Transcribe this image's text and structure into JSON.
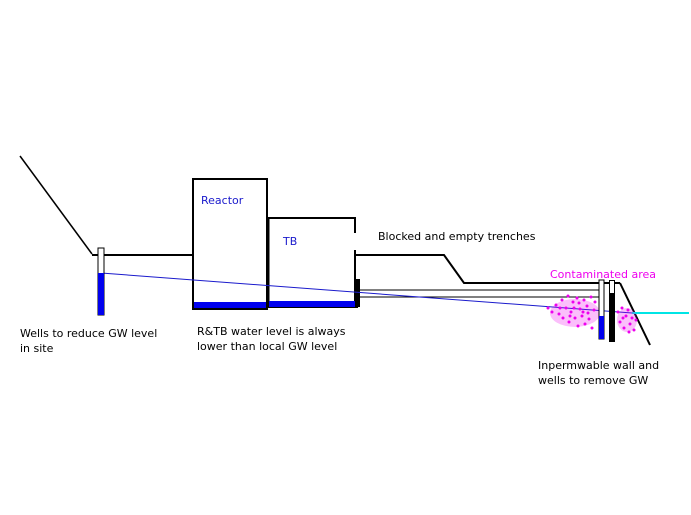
{
  "labels": {
    "reactor": "Reactor",
    "tb": "TB",
    "trenches": "Blocked and empty trenches",
    "contaminated": "Contaminated area",
    "wells_line1": "Wells to reduce GW level",
    "wells_line2": "in site",
    "rtb_line1": "R&TB water level is always",
    "rtb_line2": "lower than local GW level",
    "wall_line1": "Inpermwable wall and",
    "wall_line2": "wells to remove GW"
  },
  "colors": {
    "ground": "#000000",
    "water": "#0000ee",
    "gw_line": "#1a1acc",
    "sea": "#00e5e5",
    "contamination": "#ee00ee"
  }
}
